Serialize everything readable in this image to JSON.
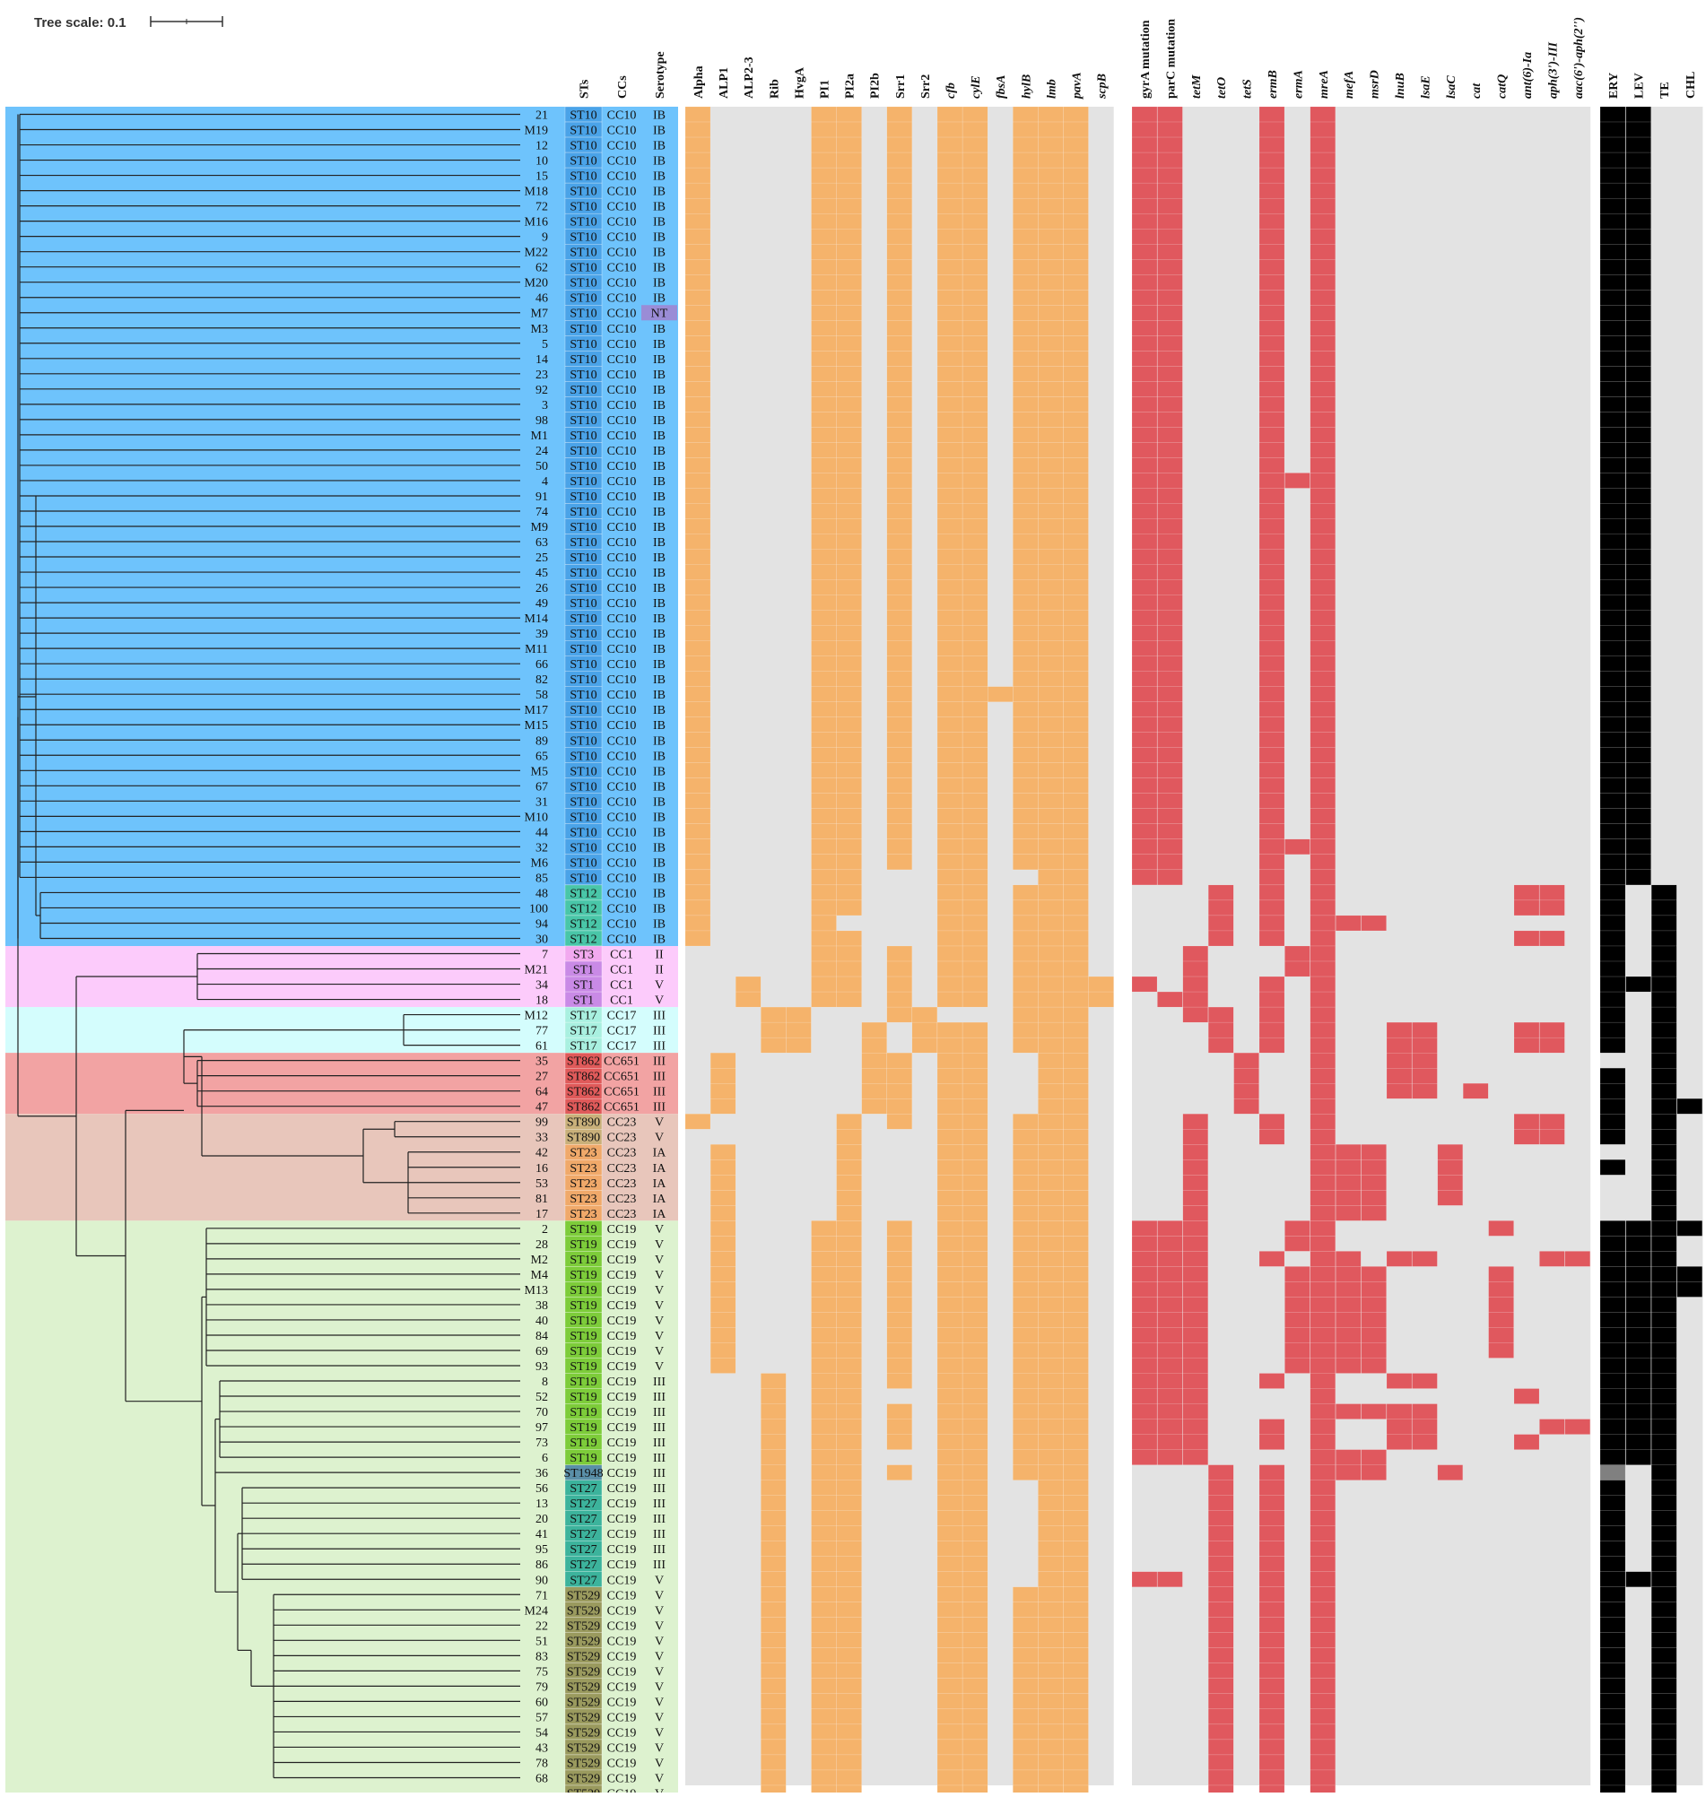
{
  "tree_scale": {
    "label": "Tree scale: 0.1"
  },
  "columns": {
    "typing": [
      "STs",
      "CCs",
      "Serotype"
    ],
    "virulence": [
      "Alpha",
      "ALP1",
      "ALP2-3",
      "Rib",
      "HvgA",
      "PI1",
      "PI2a",
      "PI2b",
      "Srr1",
      "Srr2",
      "cfb",
      "cylE",
      "fbsA",
      "hylB",
      "lmb",
      "pavA",
      "scpB"
    ],
    "resistance": [
      "gyrA mutation",
      "parC mutation",
      "tetM",
      "tetO",
      "tetS",
      "ermB",
      "ermA",
      "mreA",
      "mefA",
      "msrD",
      "lnuB",
      "lsaE",
      "lsaC",
      "cat",
      "catQ",
      "ant(6)-Ia",
      "aph(3')-III",
      "aac(6')-aph(2'')"
    ],
    "phenotype": [
      "ERY",
      "LEV",
      "TE",
      "CHL"
    ]
  },
  "strains": [
    "21",
    "M19",
    "12",
    "10",
    "15",
    "M18",
    "72",
    "M16",
    "9",
    "M22",
    "62",
    "M20",
    "46",
    "M7",
    "M3",
    "5",
    "14",
    "23",
    "92",
    "3",
    "98",
    "M1",
    "24",
    "50",
    "4",
    "91",
    "74",
    "M9",
    "63",
    "25",
    "45",
    "26",
    "49",
    "M14",
    "39",
    "M11",
    "66",
    "82",
    "58",
    "M17",
    "M15",
    "89",
    "65",
    "M5",
    "67",
    "31",
    "M10",
    "44",
    "32",
    "M6",
    "85",
    "48",
    "100",
    "94",
    "30",
    "7",
    "M21",
    "34",
    "18",
    "M12",
    "77",
    "61",
    "35",
    "27",
    "64",
    "47",
    "99",
    "33",
    "42",
    "16",
    "53",
    "81",
    "17",
    "2",
    "28",
    "M2",
    "M4",
    "M13",
    "38",
    "40",
    "84",
    "69",
    "93",
    "8",
    "52",
    "70",
    "97",
    "73",
    "6",
    "36",
    "56",
    "13",
    "20",
    "41",
    "95",
    "86",
    "90",
    "71",
    "M24",
    "22",
    "51",
    "83",
    "75",
    "79",
    "60",
    "57",
    "54",
    "43",
    "78",
    "68"
  ],
  "groups": [
    {
      "st": "ST10",
      "cc": "CC10",
      "count": 51,
      "color": "#6ec3fc",
      "st_color": "#4aa3e8"
    },
    {
      "st": "ST12",
      "cc": "CC10",
      "count": 4,
      "color": "#6ec3fc",
      "st_color": "#49c6a8"
    },
    {
      "st": "ST3",
      "cc": "CC1",
      "count": 1,
      "color": "#fccbfb",
      "st_color": "#f2a9ef"
    },
    {
      "st": "ST1",
      "cc": "CC1",
      "count": 3,
      "color": "#fccbfb",
      "st_color": "#c98ae6"
    },
    {
      "st": "ST17",
      "cc": "CC17",
      "count": 3,
      "color": "#d4fdfd",
      "st_color": "#a9f0e0"
    },
    {
      "st": "ST862",
      "cc": "CC651",
      "count": 4,
      "color": "#f2a3a3",
      "st_color": "#e05a5a"
    },
    {
      "st": "ST890",
      "cc": "CC23",
      "count": 2,
      "color": "#e8c6bb",
      "st_color": "#c9b07a"
    },
    {
      "st": "ST23",
      "cc": "CC23",
      "count": 5,
      "color": "#e8c6bb",
      "st_color": "#f0a96a"
    },
    {
      "st": "ST19",
      "cc": "CC19",
      "count": 16,
      "color": "#ddf2cf",
      "st_color": "#7dcc3a"
    },
    {
      "st": "ST1948",
      "cc": "CC19",
      "count": 1,
      "color": "#ddf2cf",
      "st_color": "#5a8fa8"
    },
    {
      "st": "ST27",
      "cc": "CC19",
      "count": 7,
      "color": "#ddf2cf",
      "st_color": "#3cb39c"
    },
    {
      "st": "ST529",
      "cc": "CC19",
      "count": 14,
      "color": "#ddf2cf",
      "st_color": "#9a9a5e"
    }
  ],
  "serotypes": [
    "IB",
    "IB",
    "IB",
    "IB",
    "IB",
    "IB",
    "IB",
    "IB",
    "IB",
    "IB",
    "IB",
    "IB",
    "IB",
    "NT",
    "IB",
    "IB",
    "IB",
    "IB",
    "IB",
    "IB",
    "IB",
    "IB",
    "IB",
    "IB",
    "IB",
    "IB",
    "IB",
    "IB",
    "IB",
    "IB",
    "IB",
    "IB",
    "IB",
    "IB",
    "IB",
    "IB",
    "IB",
    "IB",
    "IB",
    "IB",
    "IB",
    "IB",
    "IB",
    "IB",
    "IB",
    "IB",
    "IB",
    "IB",
    "IB",
    "IB",
    "IB",
    "IB",
    "IB",
    "IB",
    "IB",
    "II",
    "II",
    "V",
    "V",
    "III",
    "III",
    "III",
    "III",
    "III",
    "III",
    "III",
    "V",
    "V",
    "IA",
    "IA",
    "IA",
    "IA",
    "IA",
    "V",
    "V",
    "V",
    "V",
    "V",
    "V",
    "V",
    "V",
    "V",
    "V",
    "III",
    "III",
    "III",
    "III",
    "III",
    "III",
    "III",
    "III",
    "III",
    "III",
    "III",
    "III",
    "III",
    "V",
    "V",
    "V",
    "V",
    "V",
    "V",
    "V",
    "V",
    "V",
    "V",
    "V",
    "V",
    "V",
    "V",
    "V"
  ],
  "colors": {
    "virulence_present": "#f5b36b",
    "resistance_present": "#e0585e",
    "phenotype_resistant": "#000000",
    "phenotype_intermediate": "#808080",
    "absent": "#e3e3e3",
    "nt_serotype": "#9a8cd6"
  },
  "virulence_matrix": [
    "10000110101101110",
    "10000110101101110",
    "10000110101101110",
    "10000110101101110",
    "10000110101101110",
    "10000110101101110",
    "10000110101101110",
    "10000110101101110",
    "10000110101101110",
    "10000110101101110",
    "10000110101101110",
    "10000110101101110",
    "10000110101101110",
    "10000110101101110",
    "10000110101101110",
    "10000110101101110",
    "10000110101101110",
    "10000110101101110",
    "10000110101101110",
    "10000110101101110",
    "10000110101101110",
    "10000110101101110",
    "10000110101101110",
    "10000110101101110",
    "10000110101101110",
    "10000110101101110",
    "10000110101101110",
    "10000110101101110",
    "10000110101101110",
    "10000110101101110",
    "10000110101101110",
    "10000110101101110",
    "10000110101101110",
    "10000110101101110",
    "10000110101101110",
    "10000110101101110",
    "10000110101101110",
    "10000110101101110",
    "10000110101111110",
    "10000110101101110",
    "10000110101101110",
    "10000110101101110",
    "10000110101101110",
    "10000110101101110",
    "10000110101101110",
    "10000110101101110",
    "10000110101101110",
    "10000110101101110",
    "10000110101101110",
    "10000110101101110",
    "10000110001100110",
    "10000110001101110",
    "10000110001101110",
    "10000100001101110",
    "10000110001101110",
    "00000110101101110",
    "00000110101101110",
    "00100110101101111",
    "00100110101101111",
    "00011000110001110",
    "00011001011101110",
    "00011001011101110",
    "01000001101100110",
    "01000001101100110",
    "01000001101100110",
    "01000001101100110",
    "10000010101101110",
    "00000010001101110",
    "01000010001101110",
    "01000010001101110",
    "01000010001101110",
    "01000010001101110",
    "01000010001101110",
    "01000110101101110",
    "01000110101101110",
    "01000110101101110",
    "01000110101101110",
    "01000110101101110",
    "01000110101101110",
    "01000110101101110",
    "01000110101101110",
    "01000110101101110",
    "01000110101101110",
    "00010110101101110",
    "00010110001101110",
    "00010110101101110",
    "00010110101101110",
    "00010110101101110",
    "00010110001101110",
    "00010110101101110",
    "00010110001100110",
    "00010110001100110",
    "00010110001100110",
    "00010110001100110",
    "00010110001100110",
    "00010110001100110",
    "00010110001100110",
    "00010110001101110",
    "00010110001101110",
    "00010110001101110",
    "00010110001101110",
    "00010110001101110",
    "00010110001101110",
    "00010110001101110",
    "00010110001101110",
    "00010110001101110",
    "00010110001101110",
    "00010110001101110",
    "00010110001101110",
    "00010110001101110",
    "00010110001101110"
  ],
  "resistance_matrix": [
    "110001010000000000",
    "110001010000000000",
    "110001010000000000",
    "110001010000000000",
    "110001010000000000",
    "110001010000000000",
    "110001010000000000",
    "110001010000000000",
    "110001010000000000",
    "110001010000000000",
    "110001010000000000",
    "110001010000000000",
    "110001010000000000",
    "110001010000000000",
    "110001010000000000",
    "110001010000000000",
    "110001010000000000",
    "110001010000000000",
    "110001010000000000",
    "110001010000000000",
    "110001010000000000",
    "110001010000000000",
    "110001010000000000",
    "110001010000000000",
    "110001110000000000",
    "110001010000000000",
    "110001010000000000",
    "110001010000000000",
    "110001010000000000",
    "110001010000000000",
    "110001010000000000",
    "110001010000000000",
    "110001010000000000",
    "110001010000000000",
    "110001010000000000",
    "110001010000000000",
    "110001010000000000",
    "110001010000000000",
    "110001010000000000",
    "110001010000000000",
    "110001010000000000",
    "110001010000000000",
    "110001010000000000",
    "110001010000000000",
    "110001010000000000",
    "110001010000000000",
    "110001010000000000",
    "110001010000000000",
    "110001110000000000",
    "110001010000000000",
    "110001010000000000",
    "000101010000000110",
    "000101010000000110",
    "000101011100000000",
    "000101010000000110",
    "001000110000000000",
    "001000110000000000",
    "101001010000000000",
    "011001010000000000",
    "001101010000000000",
    "000101010011000110",
    "000101010011000110",
    "000010010011000000",
    "000010010011000000",
    "000010010011010000",
    "000010010000000000",
    "001001010000000110",
    "001001010000000110",
    "001000011100100000",
    "001000011100100000",
    "001000011100100000",
    "001000011100100000",
    "001000011100000000",
    "111000110000001000",
    "111000110000000000",
    "111001011011000011",
    "111000111100001000",
    "111000111100001000",
    "111000111100001000",
    "111000111100001000",
    "111000111100001000",
    "111000111100001000",
    "111000111100000000",
    "111001010011000000",
    "111000010000000100",
    "111000011111000000",
    "111001010011000011",
    "111001010011000100",
    "111000011100000000",
    "000101011100100000",
    "000101010000000000",
    "000101010000000000",
    "000101010000000000",
    "000101010000000000",
    "000101010000000000",
    "000101010000000000",
    "110101010000000000",
    "000101010000000000",
    "000101010000000000",
    "000101010000000000",
    "000101010000000000",
    "000101010000000000",
    "000101010000000000",
    "000101010000000000",
    "000101010000000000",
    "000101010000000000",
    "000101010000000000",
    "000101010000000000",
    "000101010000000000",
    "000101010000000000",
    "000101010000000000"
  ],
  "phenotype_matrix": [
    "1100",
    "1100",
    "1100",
    "1100",
    "1100",
    "1100",
    "1100",
    "1100",
    "1100",
    "1100",
    "1100",
    "1100",
    "1100",
    "1100",
    "1100",
    "1100",
    "1100",
    "1100",
    "1100",
    "1100",
    "1100",
    "1100",
    "1100",
    "1100",
    "1100",
    "1100",
    "1100",
    "1100",
    "1100",
    "1100",
    "1100",
    "1100",
    "1100",
    "1100",
    "1100",
    "1100",
    "1100",
    "1100",
    "1100",
    "1100",
    "1100",
    "1100",
    "1100",
    "1100",
    "1100",
    "1100",
    "1100",
    "1100",
    "1100",
    "1100",
    "1100",
    "1010",
    "1010",
    "1010",
    "1010",
    "1010",
    "1010",
    "1110",
    "1010",
    "1010",
    "1010",
    "1010",
    "0010",
    "1010",
    "1010",
    "1011",
    "1010",
    "1010",
    "0010",
    "1010",
    "0010",
    "0010",
    "0010",
    "1111",
    "1110",
    "1110",
    "1111",
    "1111",
    "1110",
    "1110",
    "1110",
    "1110",
    "1110",
    "1110",
    "1110",
    "1110",
    "1110",
    "1110",
    "1110",
    "2010",
    "1010",
    "1010",
    "1010",
    "1010",
    "1010",
    "1010",
    "1110",
    "1010",
    "1010",
    "1010",
    "1010",
    "1010",
    "1010",
    "1010",
    "1010",
    "1010",
    "1010",
    "1010",
    "1010",
    "1010",
    "1010"
  ]
}
